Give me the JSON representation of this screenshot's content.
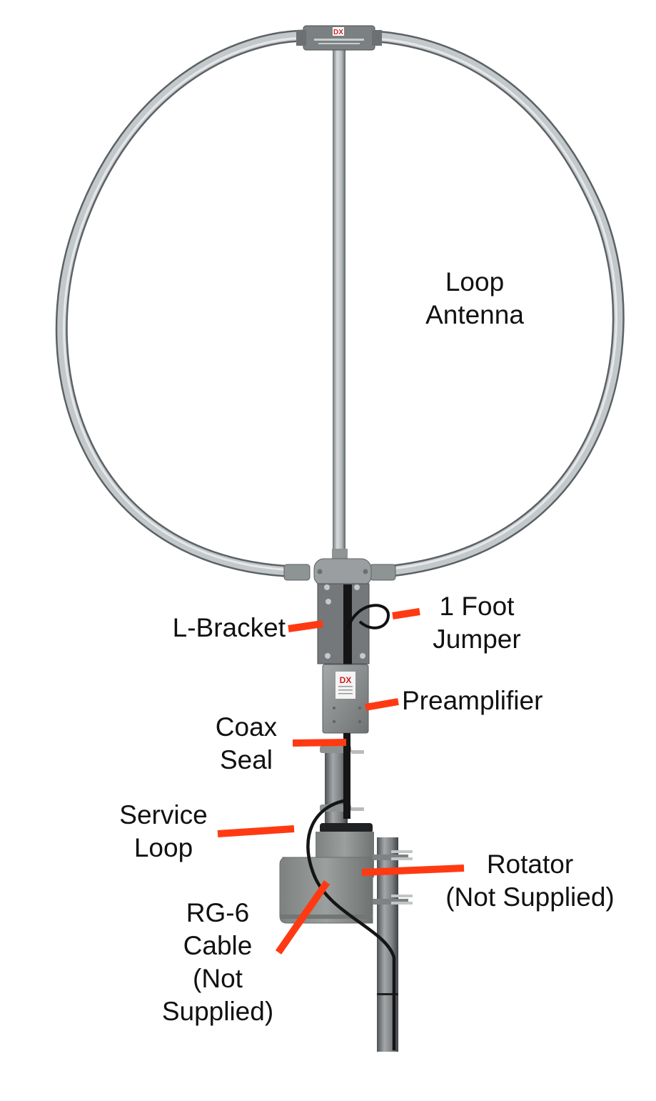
{
  "figure": {
    "subject": "Loop antenna assembly diagram",
    "colors": {
      "background": "#ffffff",
      "leader_line": "#ff3a12",
      "label_text": "#111111",
      "aluminum": "#b9bec0",
      "housing_gray": "#8c8f8e",
      "cable_black": "#1a1a1a"
    }
  },
  "labels": {
    "loop_antenna": {
      "line1": "Loop",
      "line2": "Antenna"
    },
    "l_bracket": {
      "line1": "L-Bracket"
    },
    "jumper": {
      "line1": "1 Foot",
      "line2": "Jumper"
    },
    "preamplifier": {
      "line1": "Preamplifier"
    },
    "coax_seal": {
      "line1": "Coax",
      "line2": "Seal"
    },
    "service_loop": {
      "line1": "Service",
      "line2": "Loop"
    },
    "rotator": {
      "line1": "Rotator",
      "line2": "(Not Supplied)"
    },
    "rg6_cable": {
      "line1": "RG-6",
      "line2": "Cable",
      "line3": "(Not",
      "line4": "Supplied)"
    }
  },
  "badges": {
    "top_box_logo": "DX",
    "preamp_logo": "DX"
  }
}
